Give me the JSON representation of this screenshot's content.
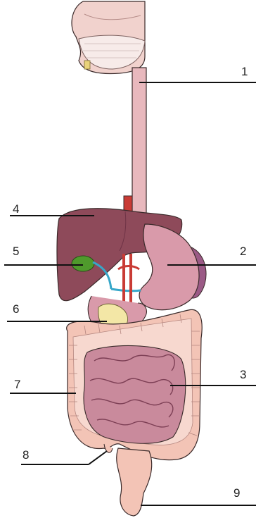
{
  "labels": {
    "l1": "1",
    "l2": "2",
    "l3": "3",
    "l4": "4",
    "l5": "5",
    "l6": "6",
    "l7": "7",
    "l8": "8",
    "l9": "9"
  },
  "colors": {
    "esophagus": "#e8b8bd",
    "liver": "#8e4a5a",
    "liver_dark": "#6f3346",
    "stomach": "#d99aaa",
    "stomach_back": "#9b5a86",
    "gallbladder": "#4f9a2c",
    "pancreas": "#f3e7a6",
    "large_intestine": "#f3c4b6",
    "small_intestine": "#c98a9c",
    "aorta": "#c93b35",
    "bile_duct": "#36a7c9",
    "mouth": "#f1d2cd",
    "outline": "#3a2a2a"
  }
}
